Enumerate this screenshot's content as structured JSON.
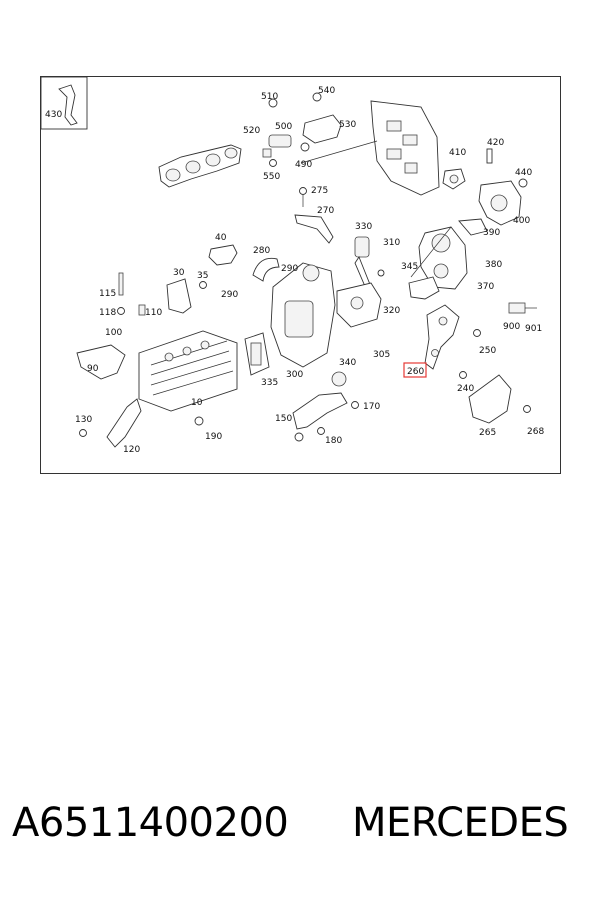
{
  "diagram": {
    "inset_label": "430",
    "highlighted_label": "260",
    "highlight_color": "#e53935",
    "labels": [
      "510",
      "540",
      "530",
      "520",
      "500",
      "490",
      "550",
      "410",
      "420",
      "440",
      "400",
      "275",
      "270",
      "330",
      "310",
      "390",
      "380",
      "40",
      "280",
      "290",
      "30",
      "35",
      "290",
      "115",
      "118",
      "110",
      "100",
      "90",
      "345",
      "370",
      "320",
      "900",
      "901",
      "250",
      "260",
      "240",
      "305",
      "340",
      "300",
      "335",
      "130",
      "10",
      "190",
      "120",
      "150",
      "170",
      "180",
      "265",
      "268"
    ]
  },
  "footer": {
    "part_number": "A6511400200",
    "brand": "MERCEDES"
  }
}
